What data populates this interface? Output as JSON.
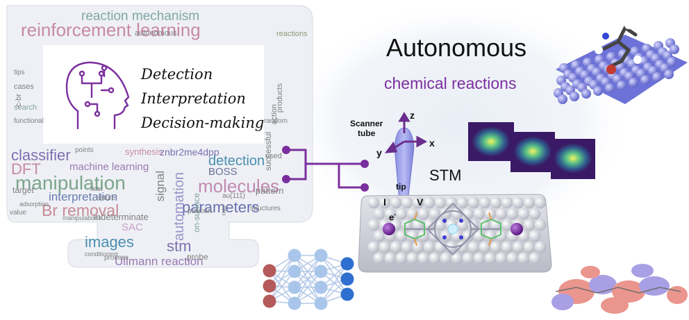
{
  "title": "Autonomous",
  "subtitle": "chemical reactions",
  "process_steps": [
    "Detection",
    "Interpretation",
    "Decision-making"
  ],
  "stm": {
    "scanner_tube": "Scanner\ntube",
    "axis_z": "z",
    "axis_x": "x",
    "axis_y": "y",
    "tip": "tip",
    "current": "I",
    "voltage": "V",
    "electron": "e",
    "electron_sup": "-",
    "label": "STM"
  },
  "word_cloud": [
    "reaction mechanism",
    "reinforcement learning",
    "autonomous",
    "reactions",
    "classifier",
    "points",
    "synthesis",
    "znbr2me4dpp",
    "DFT",
    "machine learning",
    "detection",
    "BOSS",
    "manipulation",
    "interpretation",
    "molecules",
    "Br removal",
    "parameters",
    "signal",
    "automation",
    "on-surface",
    "SAC",
    "images",
    "stm",
    "Ullmann reaction",
    "indeterminate",
    "pattern",
    "structures",
    "au(111)",
    "probe",
    "target",
    "search",
    "functional",
    "random",
    "rate",
    "process",
    "value",
    "manipulations",
    "conditioning",
    "adsorption",
    "nature",
    "data",
    "cases",
    "c-br",
    "used",
    "successful",
    "action",
    "products",
    "position",
    "tips"
  ],
  "colors": {
    "accent_purple": "#7b2f9e",
    "title": "#111111",
    "node_blue_light": "#a9c6ea",
    "node_blue_dark": "#2f6fcf",
    "node_red": "#b55a5a"
  }
}
